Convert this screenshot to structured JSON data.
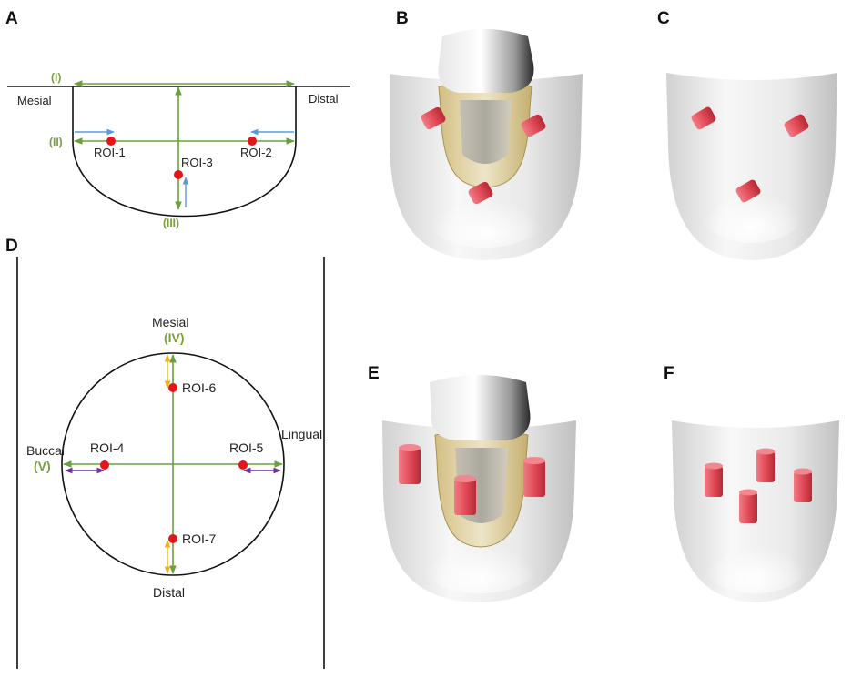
{
  "colors": {
    "green": "#6aa23a",
    "roman": "#7aa03a",
    "blue": "#5b9bd5",
    "purple": "#7030a0",
    "yellow": "#e6b422",
    "roi": "#e8141b",
    "outline": "#111111",
    "cylinder": "#e34b58",
    "gel": "#eeeeee",
    "crown": "#f4f4f4",
    "root": "#d8c68a"
  },
  "panels": {
    "a": {
      "letter": "A",
      "mesial": "Mesial",
      "distal": "Distal",
      "roi1": "ROI-1",
      "roi2": "ROI-2",
      "roi3": "ROI-3",
      "line1": "(I)",
      "line2": "(II)",
      "line3": "(III)"
    },
    "b": {
      "letter": "B",
      "icon": "tooth-implant-in-block-icon"
    },
    "c": {
      "letter": "C",
      "icon": "roi-cylinders-in-block-icon"
    },
    "d": {
      "letter": "D",
      "mesial": "Mesial",
      "distal": "Distal",
      "buccal": "Buccal",
      "lingual": "Lingual",
      "roi4": "ROI-4",
      "roi5": "ROI-5",
      "roi6": "ROI-6",
      "roi7": "ROI-7",
      "line4": "(IV)",
      "line5": "(V)"
    },
    "e": {
      "letter": "E",
      "icon": "tooth-implant-vertical-rois-icon"
    },
    "f": {
      "letter": "F",
      "icon": "vertical-roi-cylinders-icon"
    }
  }
}
